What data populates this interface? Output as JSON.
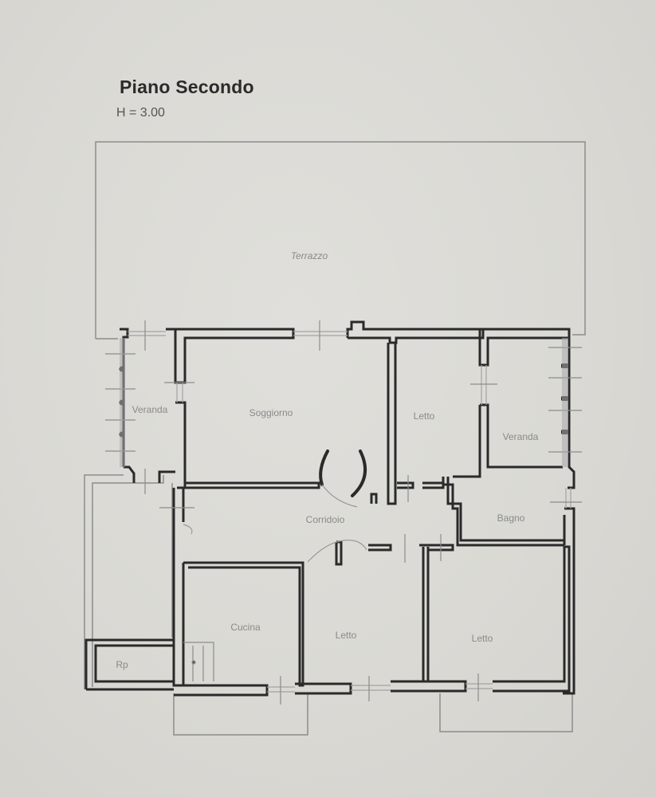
{
  "plan": {
    "title": "Piano Secondo",
    "height_label": "H = 3.00",
    "colors": {
      "background": "#dad9d4",
      "wall": "#2a2a2a",
      "thin_line": "#8c8c8c",
      "label": "#8a8a8a"
    },
    "rooms": [
      {
        "id": "terrazzo",
        "label": "Terrazzo"
      },
      {
        "id": "veranda-west",
        "label": "Veranda"
      },
      {
        "id": "soggiorno",
        "label": "Soggiorno"
      },
      {
        "id": "letto-north",
        "label": "Letto"
      },
      {
        "id": "veranda-east",
        "label": "Veranda"
      },
      {
        "id": "corridoio",
        "label": "Corridoio"
      },
      {
        "id": "bagno",
        "label": "Bagno"
      },
      {
        "id": "cucina",
        "label": "Cucina"
      },
      {
        "id": "letto-south-center",
        "label": "Letto"
      },
      {
        "id": "letto-south-east",
        "label": "Letto"
      },
      {
        "id": "ripostiglio",
        "label": "Rp"
      }
    ]
  }
}
